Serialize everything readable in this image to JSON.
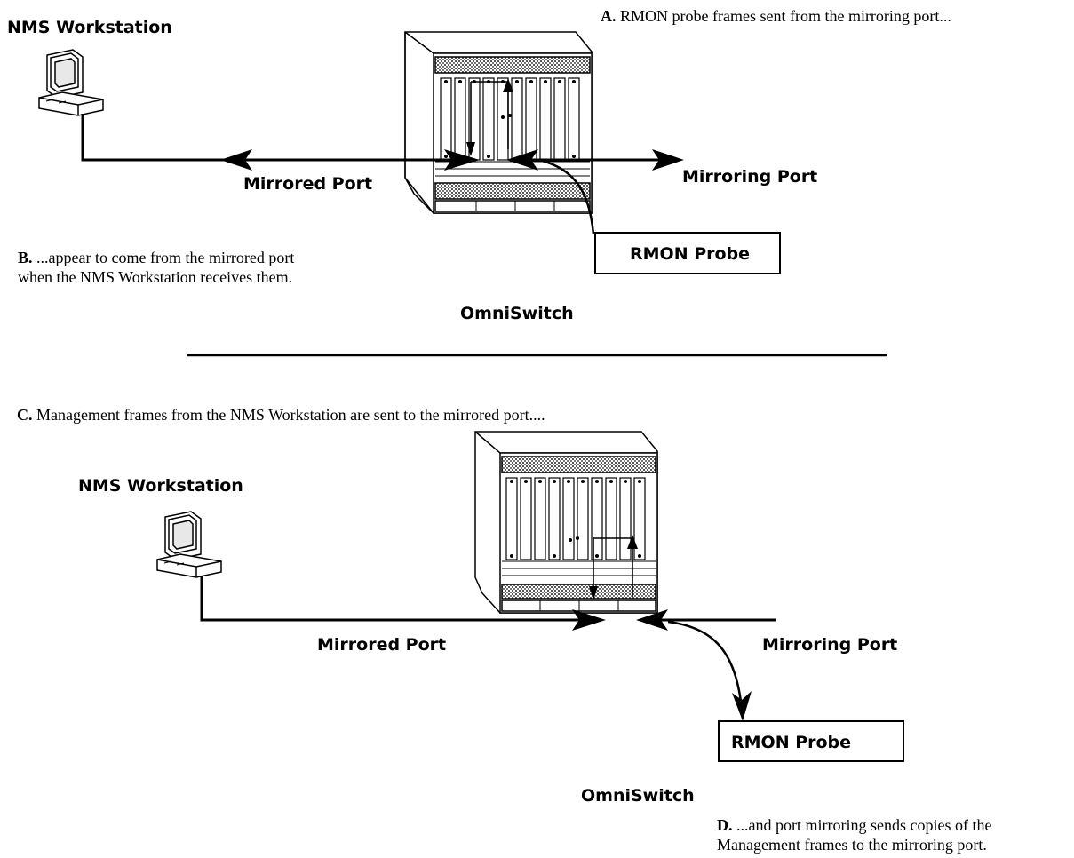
{
  "top": {
    "nms_label": "NMS Workstation",
    "note_a_letter": "A.",
    "note_a_text": " RMON probe frames sent from the mirroring port...",
    "mirrored_port": "Mirrored Port",
    "mirroring_port": "Mirroring Port",
    "rmon_probe": "RMON Probe",
    "note_b_letter": "B.",
    "note_b_line1": " ...appear to come from the mirrored port",
    "note_b_line2": "when the NMS Workstation receives them.",
    "switch_label": "OmniSwitch"
  },
  "bottom": {
    "note_c_letter": "C.",
    "note_c_text": " Management frames from the NMS Workstation are sent to the mirrored port....",
    "nms_label": "NMS Workstation",
    "mirrored_port": "Mirrored Port",
    "mirroring_port": "Mirroring Port",
    "rmon_probe": "RMON Probe",
    "switch_label": "OmniSwitch",
    "note_d_letter": "D.",
    "note_d_line1": " ...and port mirroring sends copies of the",
    "note_d_line2": "Management frames to the mirroring port."
  }
}
